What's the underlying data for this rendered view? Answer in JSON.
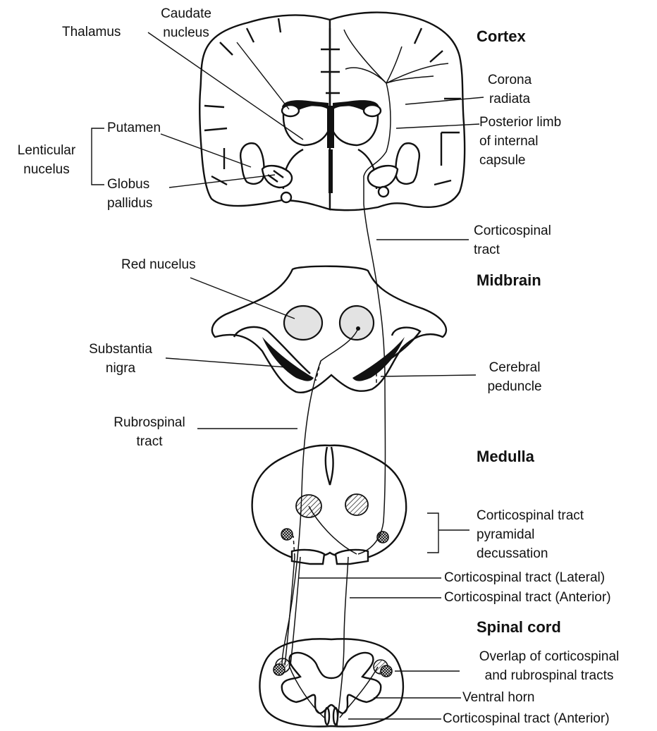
{
  "section_headers": {
    "cortex": "Cortex",
    "midbrain": "Midbrain",
    "medulla": "Medulla",
    "spinal_cord": "Spinal cord"
  },
  "labels": {
    "caudate_nucleus": "Caudate\nnucleus",
    "thalamus": "Thalamus",
    "corona_radiata": "Corona\nradiata",
    "posterior_limb": "Posterior limb\nof internal\ncapsule",
    "lenticular_nucleus": "Lenticular\nnucelus",
    "putamen": "Putamen",
    "globus_pallidus": "Globus\npallidus",
    "corticospinal_tract": "Corticospinal\ntract",
    "red_nucleus": "Red nucelus",
    "substantia_nigra": "Substantia\nnigra",
    "cerebral_peduncle": "Cerebral\npeduncle",
    "rubrospinal_tract": "Rubrospinal\ntract",
    "pyramidal_decussation": "Corticospinal tract\npyramidal\ndecussation",
    "cst_lateral": "Corticospinal tract (Lateral)",
    "cst_anterior_medulla": "Corticospinal tract (Anterior)",
    "overlap": "Overlap of corticospinal\nand rubrospinal tracts",
    "ventral_horn": "Ventral horn",
    "cst_anterior_cord": "Corticospinal tract (Anterior)"
  },
  "colors": {
    "ink": "#111111",
    "red_nucleus_fill": "#e3e3e3",
    "background": "#ffffff"
  }
}
